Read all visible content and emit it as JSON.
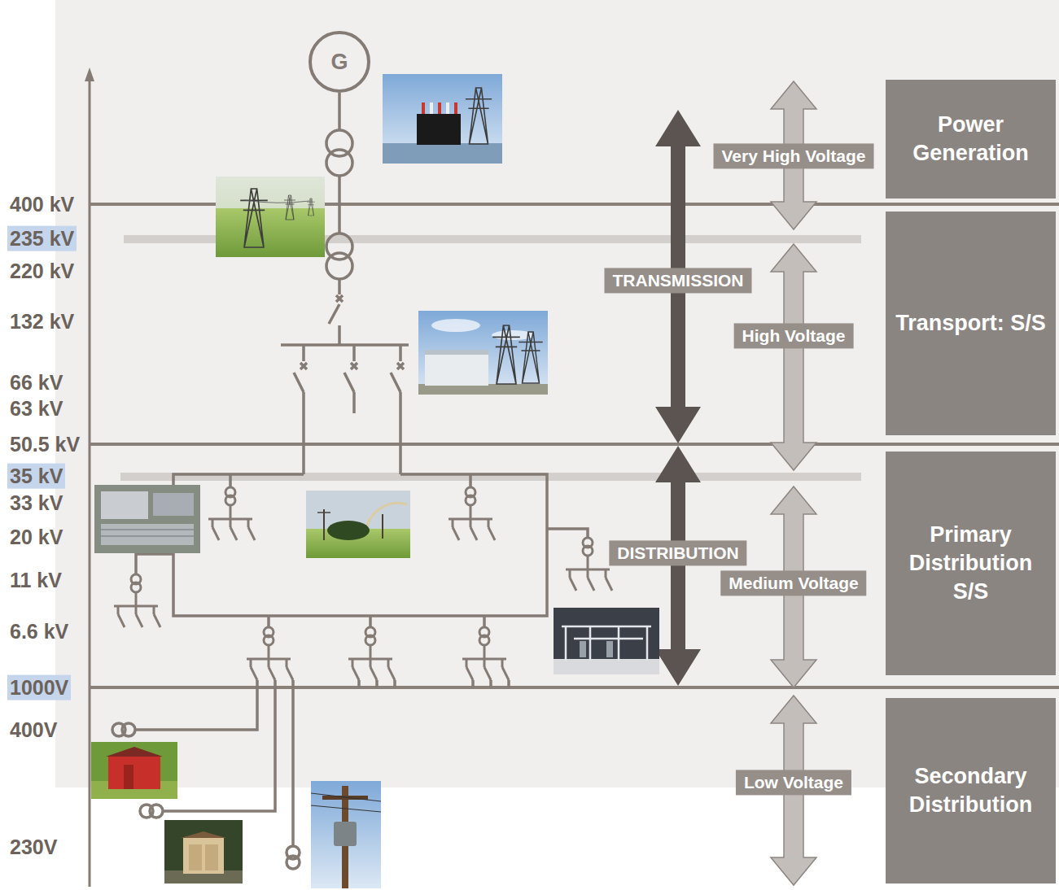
{
  "diagram": {
    "nodes": [
      {
        "text": [
          "G"
        ]
      },
      {
        "text": [
          "Power Generation"
        ]
      },
      {
        "text": [
          "Transport: S/S"
        ]
      },
      {
        "text": [
          "Primary Distribution S/S"
        ]
      },
      {
        "text": [
          "Secondary Distribution"
        ]
      }
    ],
    "labels": [
      "400 kV",
      "235 kV",
      "220 kV",
      "132 kV",
      "66 kV",
      "63 kV",
      "50.5 kV",
      "35 kV",
      "33 kV",
      "20 kV",
      "11 kV",
      "6.6 kV",
      "1000V",
      "400V",
      "230V",
      "Very High Voltage",
      "TRANSMISSION",
      "High Voltage",
      "DISTRIBUTION",
      "Medium Voltage",
      "Low Voltage"
    ]
  }
}
